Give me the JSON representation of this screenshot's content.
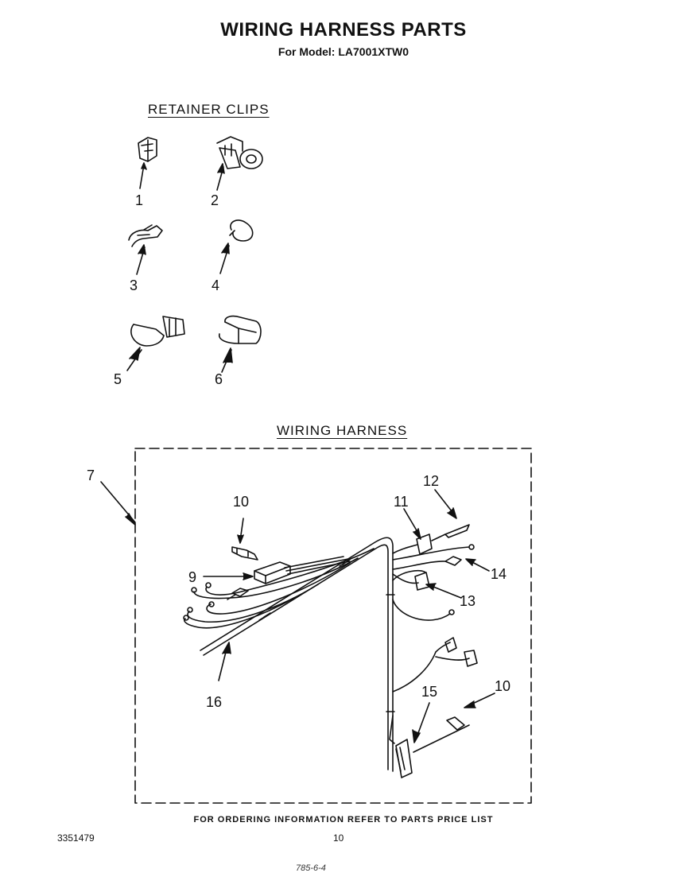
{
  "header": {
    "title": "WIRING HARNESS PARTS",
    "model": "For Model: LA7001XTW0"
  },
  "sections": {
    "retainer_clips": "RETAINER CLIPS",
    "wiring_harness": "WIRING HARNESS"
  },
  "callouts": {
    "c1": "1",
    "c2": "2",
    "c3": "3",
    "c4": "4",
    "c5": "5",
    "c6": "6",
    "c7": "7",
    "c9": "9",
    "c10a": "10",
    "c10b": "10",
    "c11": "11",
    "c12": "12",
    "c13": "13",
    "c14": "14",
    "c15": "15",
    "c16": "16"
  },
  "footer": {
    "ordering": "FOR ORDERING INFORMATION REFER TO PARTS PRICE LIST",
    "doc_number": "3351479",
    "page": "10",
    "handwritten": "785-6-4"
  }
}
